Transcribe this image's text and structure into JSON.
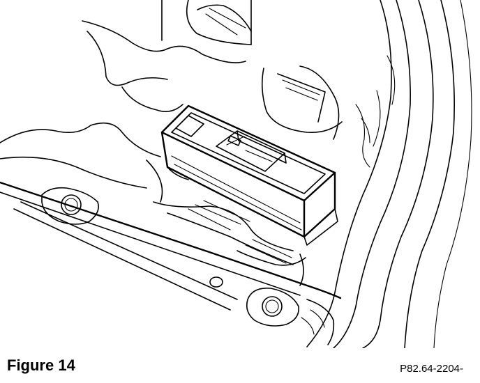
{
  "figure": {
    "caption": "Figure 14",
    "reference_code": "P82.64-2204-"
  },
  "illustration": {
    "style": "black line drawing on white"
  }
}
